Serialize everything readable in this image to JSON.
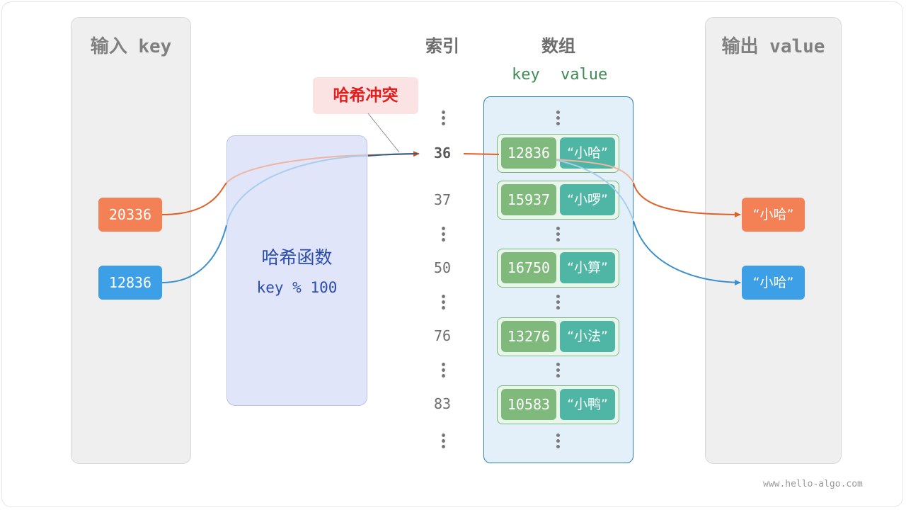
{
  "panels": {
    "input_title": "输入 key",
    "output_title": "输出 value"
  },
  "headers": {
    "index": "索引",
    "array": "数组",
    "key": "key",
    "value": "value"
  },
  "hash_function": {
    "title": "哈希函数",
    "formula": "key % 100"
  },
  "collision_label": "哈希冲突",
  "inputs": [
    {
      "key": "20336",
      "color": "#f48155"
    },
    {
      "key": "12836",
      "color": "#3d9fe6"
    }
  ],
  "indices": [
    "36",
    "37",
    "50",
    "76",
    "83"
  ],
  "entries": [
    {
      "key": "12836",
      "value": "“小哈”"
    },
    {
      "key": "15937",
      "value": "“小啰”"
    },
    {
      "key": "16750",
      "value": "“小算”"
    },
    {
      "key": "13276",
      "value": "“小法”"
    },
    {
      "key": "10583",
      "value": "“小鸭”"
    }
  ],
  "outputs": [
    {
      "value": "“小哈”",
      "color": "#f48155"
    },
    {
      "value": "“小哈”",
      "color": "#3d9fe6"
    }
  ],
  "colors": {
    "orange": "#f48155",
    "blue": "#3d9fe6",
    "collision_red": "#e02020",
    "hash_blue": "#2a4cb0",
    "key_green": "#7fba7c",
    "value_teal": "#4fb6a6"
  },
  "watermark": "www.hello-algo.com"
}
